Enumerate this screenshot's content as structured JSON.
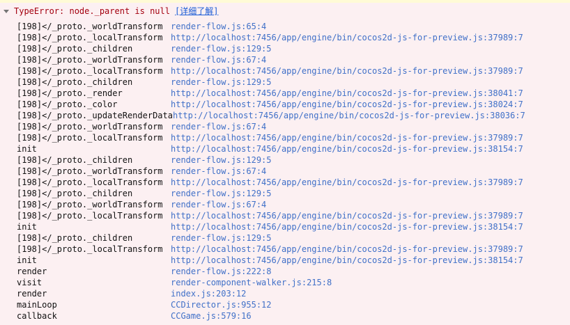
{
  "console": {
    "error": {
      "message": "TypeError: node._parent is null",
      "learn_more_label": "[详细了解]"
    },
    "stack_frames": [
      {
        "fn": "[198]</_proto._worldTransform",
        "loc": "render-flow.js:65:4"
      },
      {
        "fn": "[198]</_proto._localTransform",
        "loc": "http://localhost:7456/app/engine/bin/cocos2d-js-for-preview.js:37989:7"
      },
      {
        "fn": "[198]</_proto._children",
        "loc": "render-flow.js:129:5"
      },
      {
        "fn": "[198]</_proto._worldTransform",
        "loc": "render-flow.js:67:4"
      },
      {
        "fn": "[198]</_proto._localTransform",
        "loc": "http://localhost:7456/app/engine/bin/cocos2d-js-for-preview.js:37989:7"
      },
      {
        "fn": "[198]</_proto._children",
        "loc": "render-flow.js:129:5"
      },
      {
        "fn": "[198]</_proto._render",
        "loc": "http://localhost:7456/app/engine/bin/cocos2d-js-for-preview.js:38041:7"
      },
      {
        "fn": "[198]</_proto._color",
        "loc": "http://localhost:7456/app/engine/bin/cocos2d-js-for-preview.js:38024:7"
      },
      {
        "fn": "[198]</_proto._updateRenderData",
        "loc": "http://localhost:7456/app/engine/bin/cocos2d-js-for-preview.js:38036:7"
      },
      {
        "fn": "[198]</_proto._worldTransform",
        "loc": "render-flow.js:67:4"
      },
      {
        "fn": "[198]</_proto._localTransform",
        "loc": "http://localhost:7456/app/engine/bin/cocos2d-js-for-preview.js:37989:7"
      },
      {
        "fn": "init",
        "loc": "http://localhost:7456/app/engine/bin/cocos2d-js-for-preview.js:38154:7"
      },
      {
        "fn": "[198]</_proto._children",
        "loc": "render-flow.js:129:5"
      },
      {
        "fn": "[198]</_proto._worldTransform",
        "loc": "render-flow.js:67:4"
      },
      {
        "fn": "[198]</_proto._localTransform",
        "loc": "http://localhost:7456/app/engine/bin/cocos2d-js-for-preview.js:37989:7"
      },
      {
        "fn": "[198]</_proto._children",
        "loc": "render-flow.js:129:5"
      },
      {
        "fn": "[198]</_proto._worldTransform",
        "loc": "render-flow.js:67:4"
      },
      {
        "fn": "[198]</_proto._localTransform",
        "loc": "http://localhost:7456/app/engine/bin/cocos2d-js-for-preview.js:37989:7"
      },
      {
        "fn": "init",
        "loc": "http://localhost:7456/app/engine/bin/cocos2d-js-for-preview.js:38154:7"
      },
      {
        "fn": "[198]</_proto._children",
        "loc": "render-flow.js:129:5"
      },
      {
        "fn": "[198]</_proto._localTransform",
        "loc": "http://localhost:7456/app/engine/bin/cocos2d-js-for-preview.js:37989:7"
      },
      {
        "fn": "init",
        "loc": "http://localhost:7456/app/engine/bin/cocos2d-js-for-preview.js:38154:7"
      },
      {
        "fn": "render",
        "loc": "render-flow.js:222:8"
      },
      {
        "fn": "visit",
        "loc": "render-component-walker.js:215:8"
      },
      {
        "fn": "render",
        "loc": "index.js:203:12"
      },
      {
        "fn": "mainLoop",
        "loc": "CCDirector.js:955:12"
      },
      {
        "fn": "callback",
        "loc": "CCGame.js:579:16"
      }
    ],
    "icons": {
      "expand_arrow": "triangle-down-icon"
    },
    "colors": {
      "error_bg": "#fcf0f2",
      "warning_strip_bg": "#fffbd6",
      "error_text": "#a4000f",
      "link_blue": "#1a5cd6",
      "location_blue": "#4070c8",
      "frame_fn_text": "#111111",
      "expand_arrow": "#757575"
    }
  }
}
